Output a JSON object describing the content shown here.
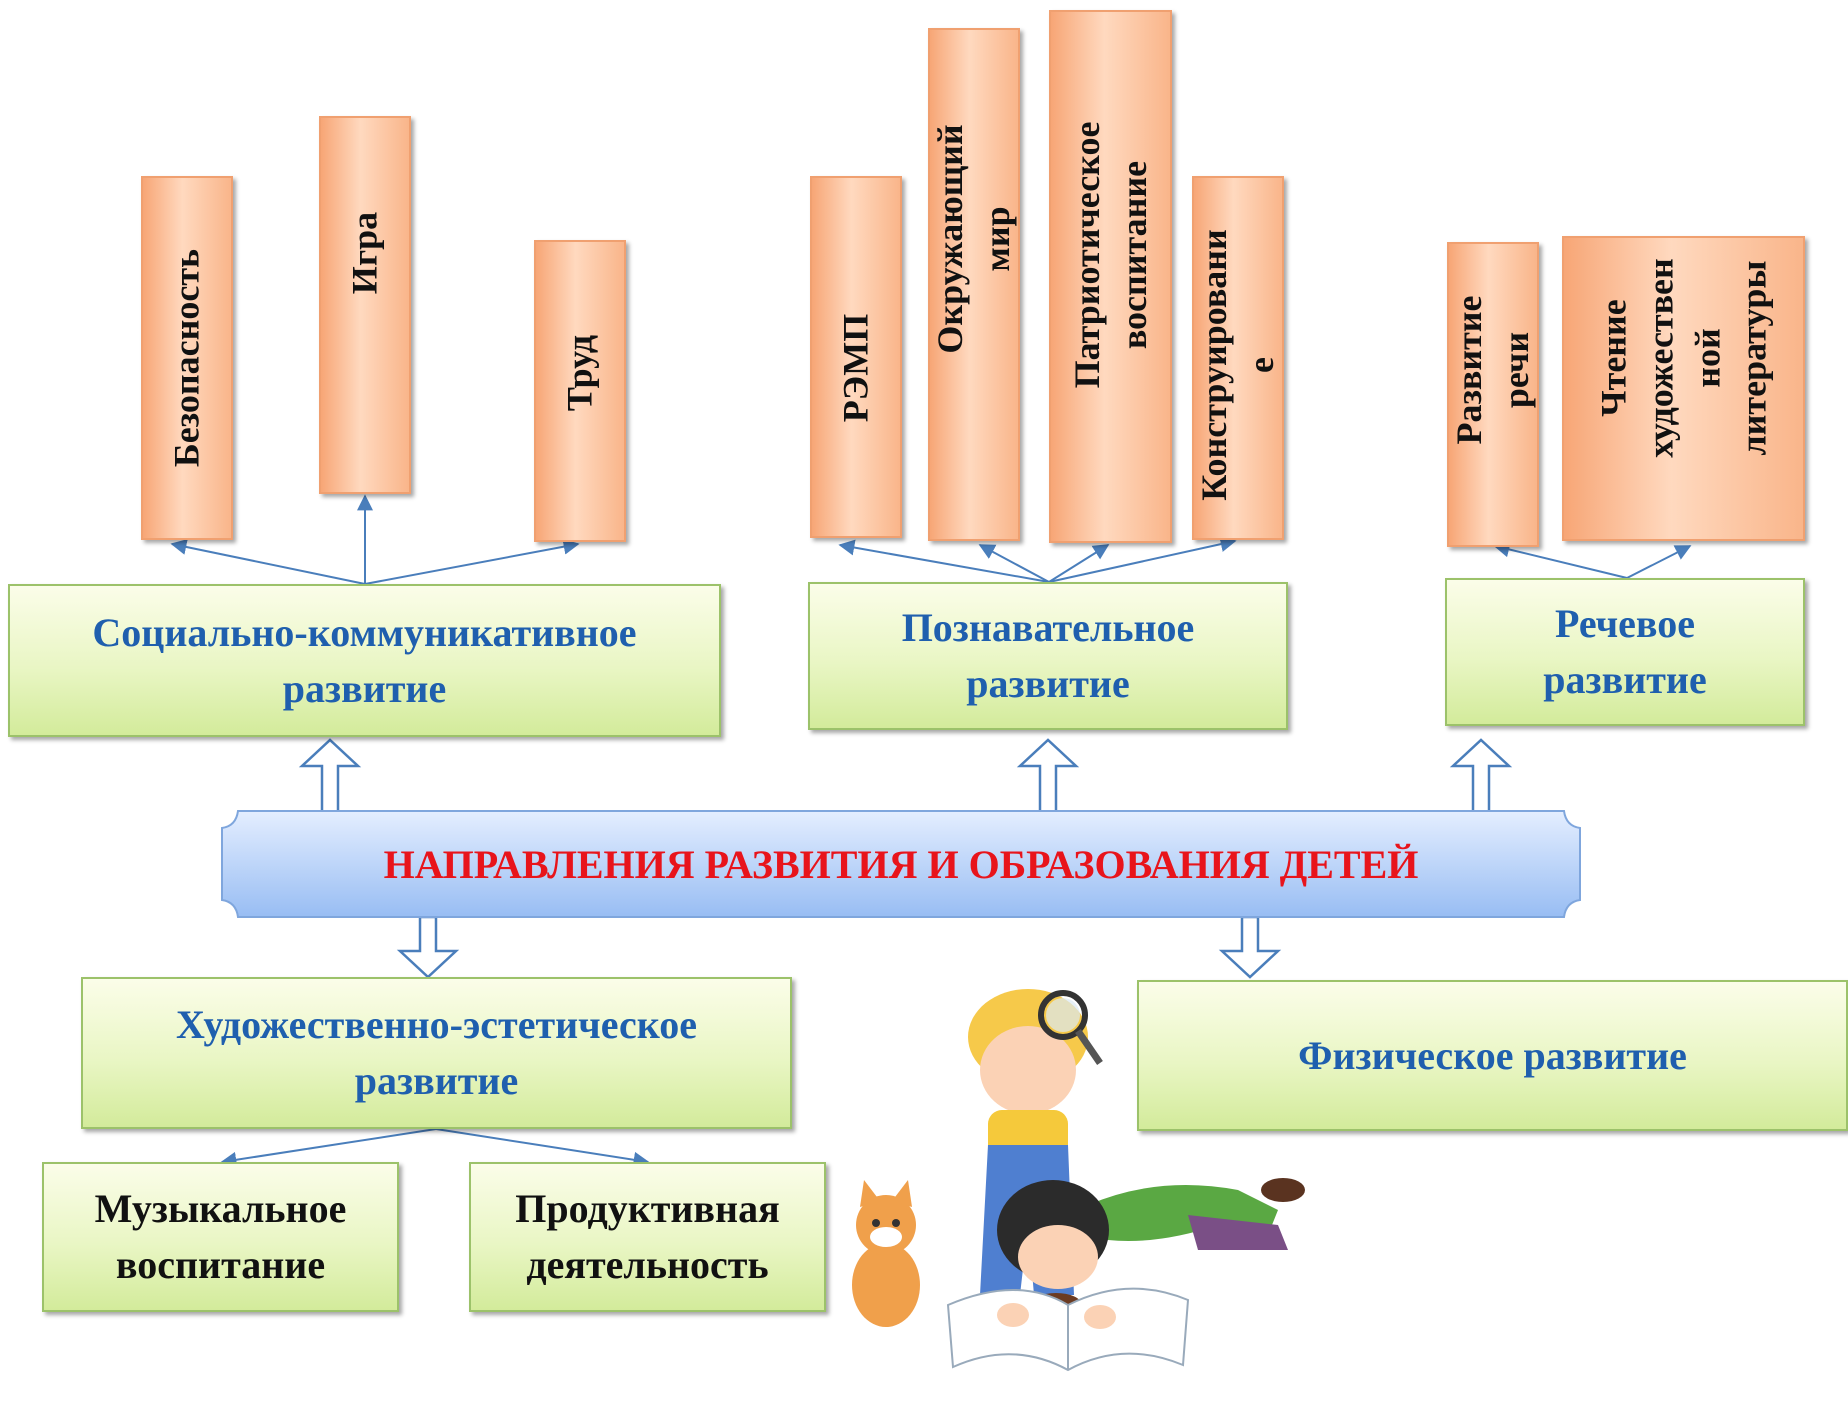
{
  "center": {
    "title": "НАПРАВЛЕНИЯ РАЗВИТИЯ И ОБРАЗОВАНИЯ ДЕТЕЙ",
    "color": "#e8141b"
  },
  "areas": {
    "social": {
      "label": "Социально-коммуникативное\nразвитие"
    },
    "cognitive": {
      "label": "Познавательное\nразвитие"
    },
    "speech": {
      "label": "Речевое\nразвитие"
    },
    "artistic": {
      "label": "Художественно-эстетическое\nразвитие"
    },
    "physical": {
      "label": "Физическое развитие"
    }
  },
  "subtopics": {
    "safety": "Безопасность",
    "play": "Игра",
    "labor": "Труд",
    "remp": "РЭМП",
    "world": "Окружающий мир",
    "patriotic": "Патриотическое\nвоспитание",
    "construction": "Конструировани\nе",
    "speech_dev": "Развитие\nречи",
    "reading": "Чтение\nхудожествен\nной\nлитературы",
    "music": "Музыкальное\nвоспитание",
    "productive": "Продуктивная\nдеятельность"
  },
  "colors": {
    "area_text": "#1f5fae",
    "subtopic_fill": "#f9b58a",
    "area_fill": "#e9f6c4",
    "banner_fill": "#a9c8f5",
    "connector": "#4a7ebb"
  },
  "illustration": {
    "icon": "children-reading-with-magnifier-and-kitten"
  }
}
